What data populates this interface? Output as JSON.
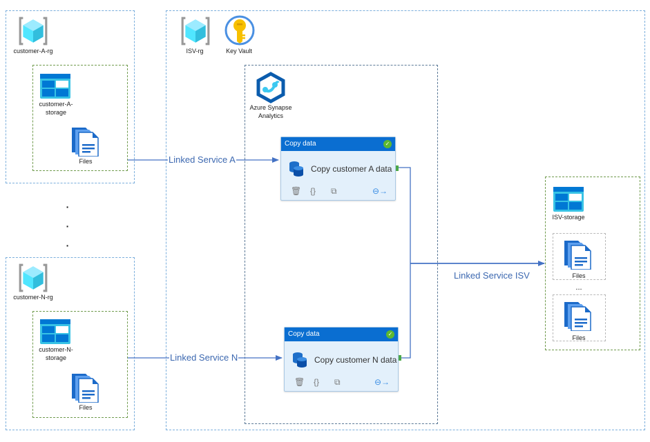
{
  "customer_a": {
    "rg_label": "customer-A-rg",
    "storage_label_1": "customer-A-",
    "storage_label_2": "storage",
    "files_label": "Files"
  },
  "ellipsis_dots": [
    "·",
    "·",
    "·"
  ],
  "customer_n": {
    "rg_label": "customer-N-rg",
    "storage_label_1": "customer-N-",
    "storage_label_2": "storage",
    "files_label": "Files"
  },
  "isv": {
    "rg_label": "ISV-rg",
    "key_vault_label": "Key Vault",
    "synapse_label_1": "Azure Synapse",
    "synapse_label_2": "Analytics"
  },
  "activities": [
    {
      "header": "Copy data",
      "title": "Copy customer A data",
      "status": "succeeded"
    },
    {
      "header": "Copy data",
      "title": "Copy customer N data",
      "status": "succeeded"
    }
  ],
  "links": {
    "a": "Linked Service A",
    "n": "Linked Service N",
    "isv": "Linked Service ISV"
  },
  "isv_storage": {
    "label": "ISV-storage",
    "files_1": "Files",
    "separator": "...",
    "files_2": "Files"
  },
  "colors": {
    "arrow": "#4472c4",
    "activity_header": "#0a6ed1",
    "status_success": "#5db830"
  }
}
